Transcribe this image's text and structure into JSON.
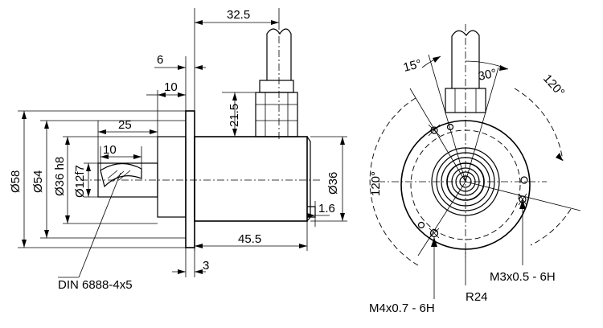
{
  "side_view": {
    "dim_flange_diameter": "Ø58",
    "dim_pilot_diameter": "Ø54",
    "dim_spigot_diameter": "Ø36 h8",
    "dim_shaft_diameter": "Ø12f7",
    "dim_body_diameter": "Ø36",
    "dim_cable_to_flange": "32.5",
    "dim_flange_thickness_top": "6",
    "dim_flange_offset": "10",
    "dim_gland_height": "21.5",
    "dim_shaft_length": "25",
    "dim_key_length": "10",
    "dim_body_length": "45.5",
    "dim_connector_offset": "1.6",
    "dim_flange_bottom": "3",
    "key_callout": "DIN 6888-4x5"
  },
  "front_view": {
    "angle_15": "15°",
    "angle_30": "30°",
    "angle_120_right": "120°",
    "angle_120_left": "120°",
    "thread_m3": "M3x0.5 - 6H",
    "thread_m4": "M4x0.7 - 6H",
    "radius": "R24"
  }
}
